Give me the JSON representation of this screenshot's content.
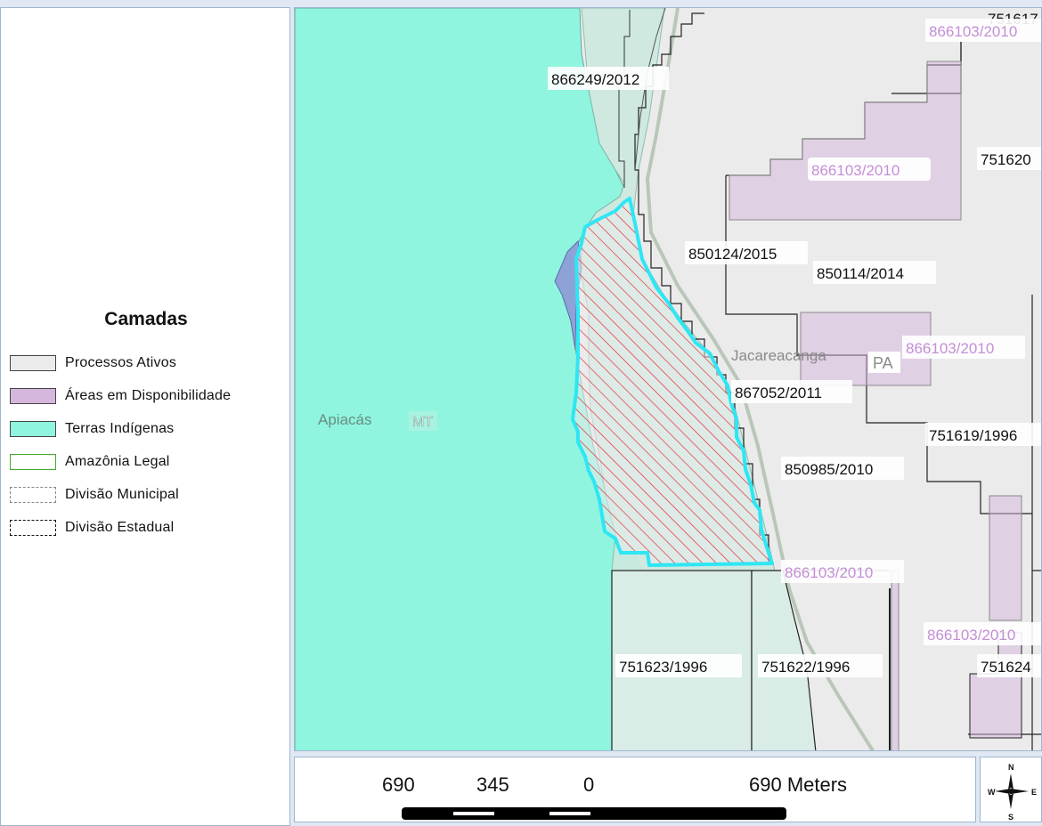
{
  "legend": {
    "title": "Camadas",
    "items": [
      {
        "label": "Processos Ativos",
        "fill": "#ebebeb",
        "stroke": "#555555",
        "style": "solid"
      },
      {
        "label": "Áreas em Disponibilidade",
        "fill": "#d5b6dd",
        "stroke": "#555555",
        "style": "solid"
      },
      {
        "label": "Terras Indígenas",
        "fill": "#8ff5de",
        "stroke": "#555555",
        "style": "solid"
      },
      {
        "label": "Amazônia Legal",
        "fill": "#ffffff",
        "stroke": "#46a82c",
        "style": "solid"
      },
      {
        "label": "Divisão Municipal",
        "fill": "#ffffff",
        "stroke": "#888888",
        "style": "dashed"
      },
      {
        "label": "Divisão Estadual",
        "fill": "#ffffff",
        "stroke": "#111111",
        "style": "dashdot"
      }
    ]
  },
  "map": {
    "process_labels": {
      "p866249": "866249/2012",
      "p850124": "850124/2015",
      "p850114": "850114/2014",
      "p867052": "867052/2011",
      "p850985": "850985/2010",
      "p751619": "751619/1996",
      "p751620": "751620",
      "p751617": "751617",
      "p751623": "751623/1996",
      "p751622": "751622/1996",
      "p751624": "751624"
    },
    "availability_labels": {
      "a_top": "866103/2010",
      "a_upper": "866103/2010",
      "a_mid": "866103/2010",
      "a_lower": "866103/2010",
      "a_right": "866103/2010"
    },
    "place_labels": {
      "municipio_left": "Apiacás",
      "municipio_right": "Jacareacanga",
      "state_left": "MT",
      "state_right": "PA"
    }
  },
  "scale_bar": {
    "labels": [
      "690",
      "345",
      "0",
      "690 Meters"
    ]
  },
  "north_arrow": {
    "n": "N",
    "s": "S",
    "e": "E",
    "w": "W"
  },
  "colors": {
    "indigenous": "#8ff5de",
    "availability": "#d5b6dd",
    "active": "#ebebeb",
    "selection_outline": "#2ee6f4",
    "hatch": "#e0303a"
  }
}
